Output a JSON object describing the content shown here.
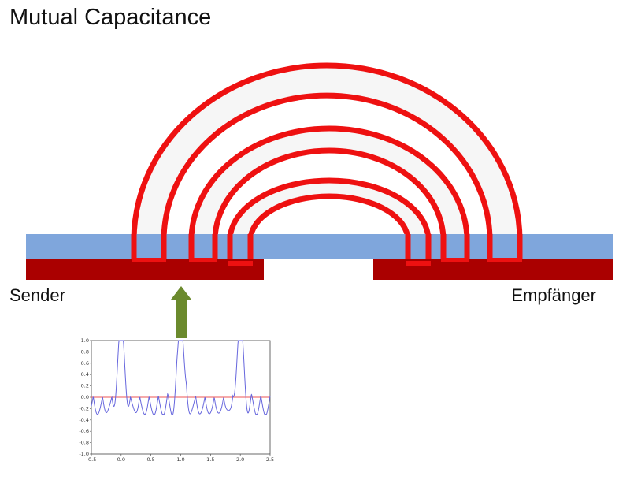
{
  "title": "Mutual Capacitance",
  "sender_label": "Sender",
  "receiver_label": "Empfänger",
  "colors": {
    "field_lines": "#ee1111",
    "field_fill": "#f6f6f6",
    "dielectric": "#7fa6dc",
    "electrode": "#aa0000",
    "arrow": "#6b8a2d",
    "signal": "#6666dd",
    "baseline": "#ee5555"
  },
  "icons": {
    "arrow": "up-arrow-icon"
  },
  "chart_data": {
    "type": "line",
    "title": "",
    "xlabel": "",
    "ylabel": "",
    "xlim": [
      -0.5,
      2.5
    ],
    "ylim": [
      -1.0,
      1.0
    ],
    "x_ticks": [
      "-0.5",
      "0.0",
      "0.5",
      "1.0",
      "1.5",
      "2.0",
      "2.5"
    ],
    "y_ticks": [
      "1.0",
      "0.8",
      "0.6",
      "0.4",
      "0.2",
      "0.0",
      "-0.2",
      "-0.4",
      "-0.6",
      "-0.8",
      "-1.0"
    ],
    "pulse_peaks_x": [
      0.0,
      1.0,
      2.0
    ],
    "pulse_peak_y": 1.0,
    "min_y": -0.3,
    "baseline_y": 0.0
  }
}
